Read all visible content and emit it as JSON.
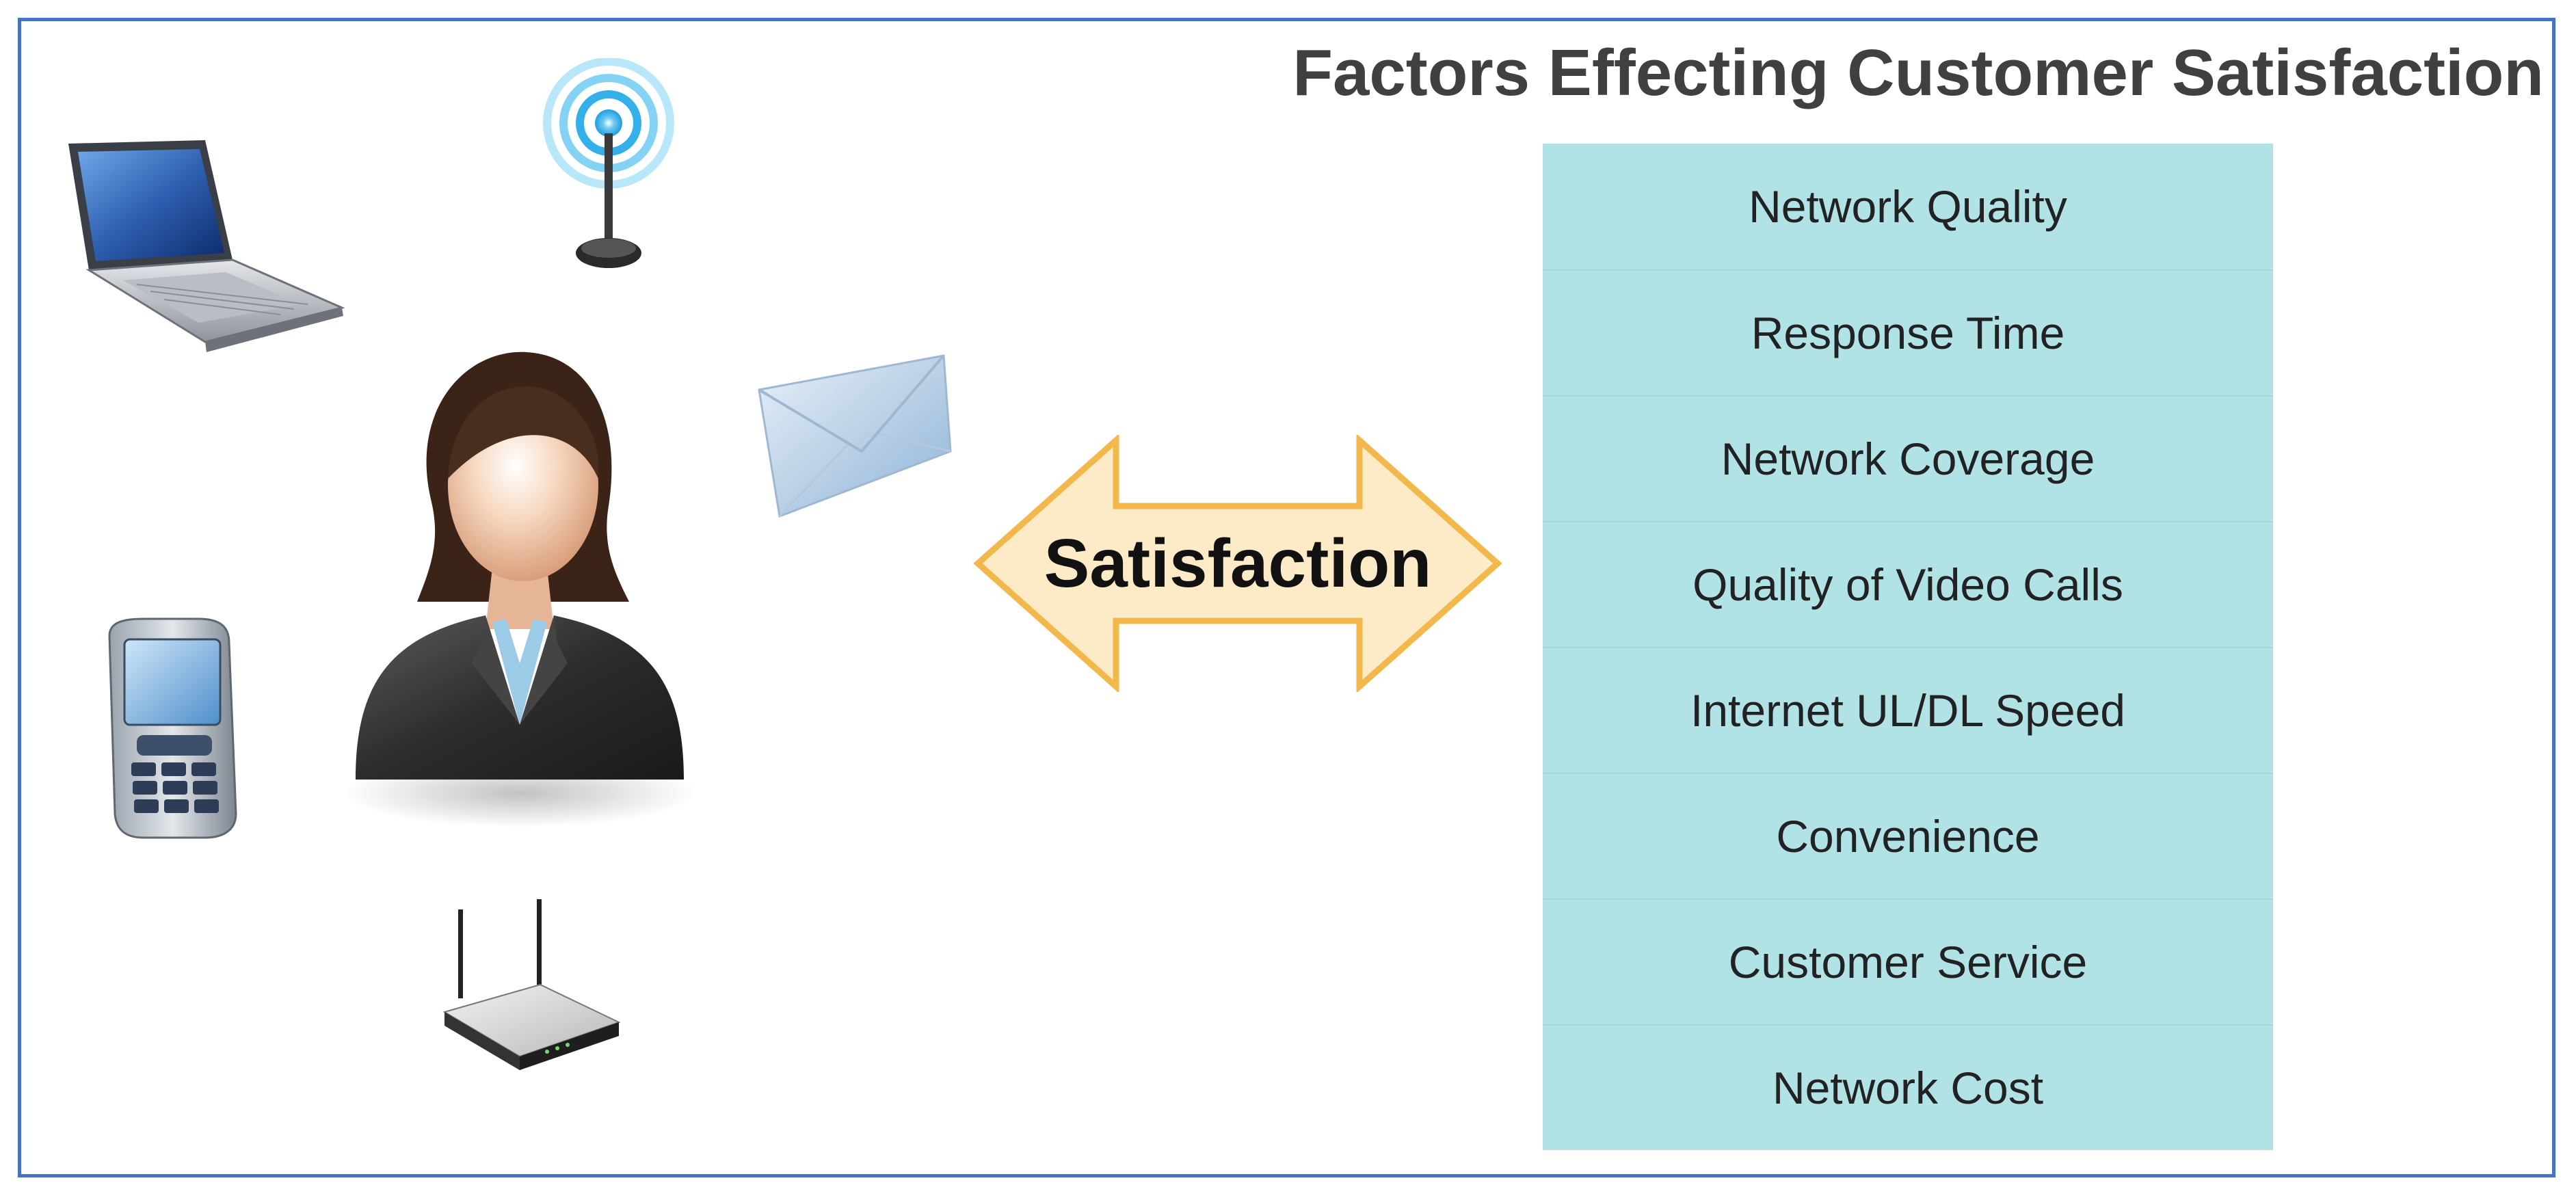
{
  "title": "Factors Effecting Customer Satisfaction",
  "arrow": {
    "label": "Satisfaction",
    "fill": "#fdebc8",
    "stroke": "#f2b84b"
  },
  "factors": [
    "Network Quality",
    "Response Time",
    "Network Coverage",
    "Quality of Video Calls",
    "Internet UL/DL Speed",
    "Convenience",
    "Customer Service",
    "Network Cost"
  ],
  "colors": {
    "border": "#4472c4",
    "factor_fill": "#b1e3e6",
    "title_text": "#404040"
  },
  "icons": [
    "laptop-icon",
    "antenna-icon",
    "email-envelope-icon",
    "customer-avatar-icon",
    "mobile-phone-icon",
    "wireless-router-icon"
  ]
}
